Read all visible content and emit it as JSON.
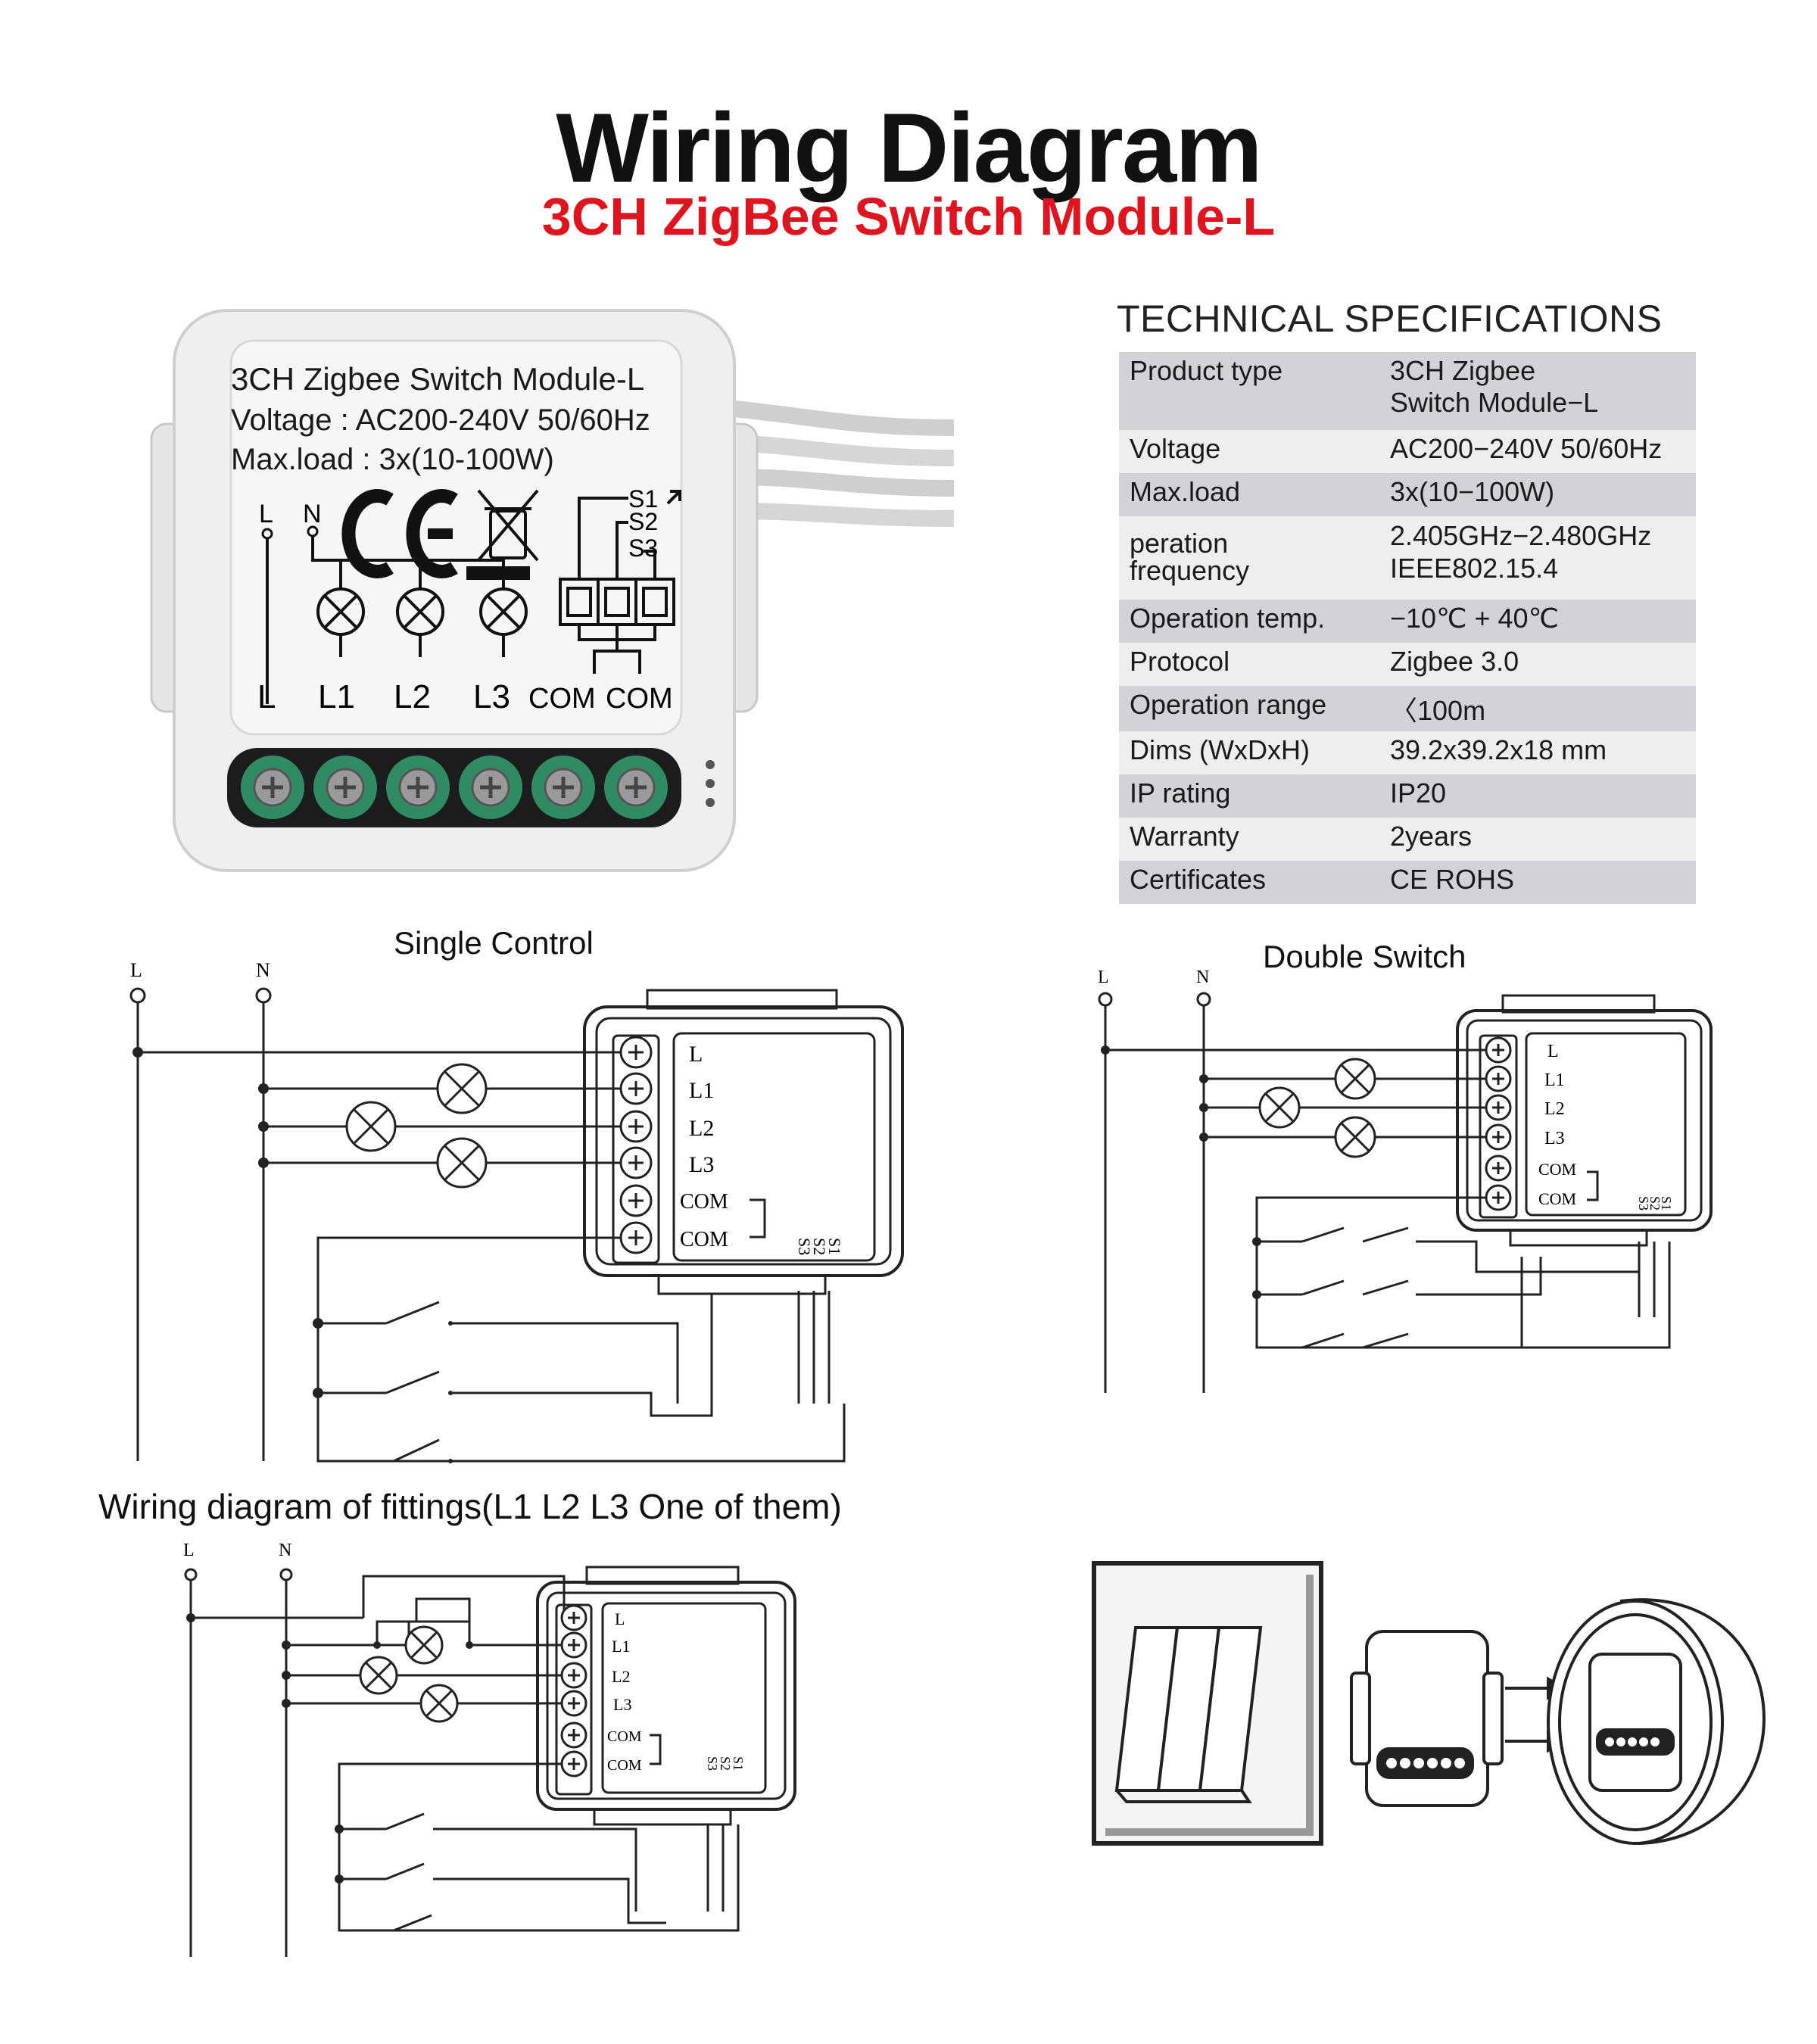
{
  "header": {
    "title": "Wiring Diagram",
    "subtitle": "3CH ZigBee Switch Module-L",
    "subtitle_color": "#e0141e"
  },
  "product_photo": {
    "line1": "3CH Zigbee Switch Module-L",
    "line2": "Voltage : AC200-240V 50/60Hz",
    "line3": "Max.load : 3x(10-100W)",
    "mark_L": "L",
    "mark_N": "N",
    "s1": "S1",
    "s2": "S2",
    "s3": "S3",
    "bottom_L": "L",
    "bottom_L1": "L1",
    "bottom_L2": "L2",
    "bottom_L3": "L3",
    "com1": "COM",
    "com2": "COM",
    "terminal_color": "#2e8b64"
  },
  "specs": {
    "heading": "TECHNICAL SPECIFICATIONS",
    "rows": [
      {
        "label": "Product type",
        "value": "3CH Zigbee\nSwitch Module−L"
      },
      {
        "label": "Voltage",
        "value": "AC200−240V 50/60Hz"
      },
      {
        "label": "Max.load",
        "value": "3x(10−100W)"
      },
      {
        "label": "peration\nfrequency",
        "value": "2.405GHz−2.480GHz\nIEEE802.15.4"
      },
      {
        "label": "Operation temp.",
        "value": "−10℃ + 40℃"
      },
      {
        "label": "Protocol",
        "value": "Zigbee  3.0"
      },
      {
        "label": "Operation range",
        "value": "〈100m"
      },
      {
        "label": "Dims (WxDxH)",
        "value": "39.2x39.2x18 mm"
      },
      {
        "label": "IP rating",
        "value": "IP20"
      },
      {
        "label": "Warranty",
        "value": "2years"
      },
      {
        "label": "Certificates",
        "value": "CE ROHS"
      }
    ]
  },
  "diagrams": {
    "single": {
      "caption": "Single Control",
      "line_L": "L",
      "line_N": "N",
      "terminals": [
        "L",
        "L1",
        "L2",
        "L3",
        "COM",
        "COM"
      ],
      "switch_labels": [
        "S3",
        "S2",
        "S1"
      ]
    },
    "double": {
      "caption": "Double Switch",
      "line_L": "L",
      "line_N": "N",
      "terminals": [
        "L",
        "L1",
        "L2",
        "L3",
        "COM",
        "COM"
      ],
      "switch_labels": [
        "S3",
        "S2",
        "S1"
      ]
    },
    "fittings": {
      "caption": "Wiring diagram of fittings(L1 L2 L3 One of them)",
      "line_L": "L",
      "line_N": "N",
      "terminals": [
        "L",
        "L1",
        "L2",
        "L3",
        "COM",
        "COM"
      ],
      "switch_labels": [
        "S3",
        "S2",
        "S1"
      ]
    }
  }
}
